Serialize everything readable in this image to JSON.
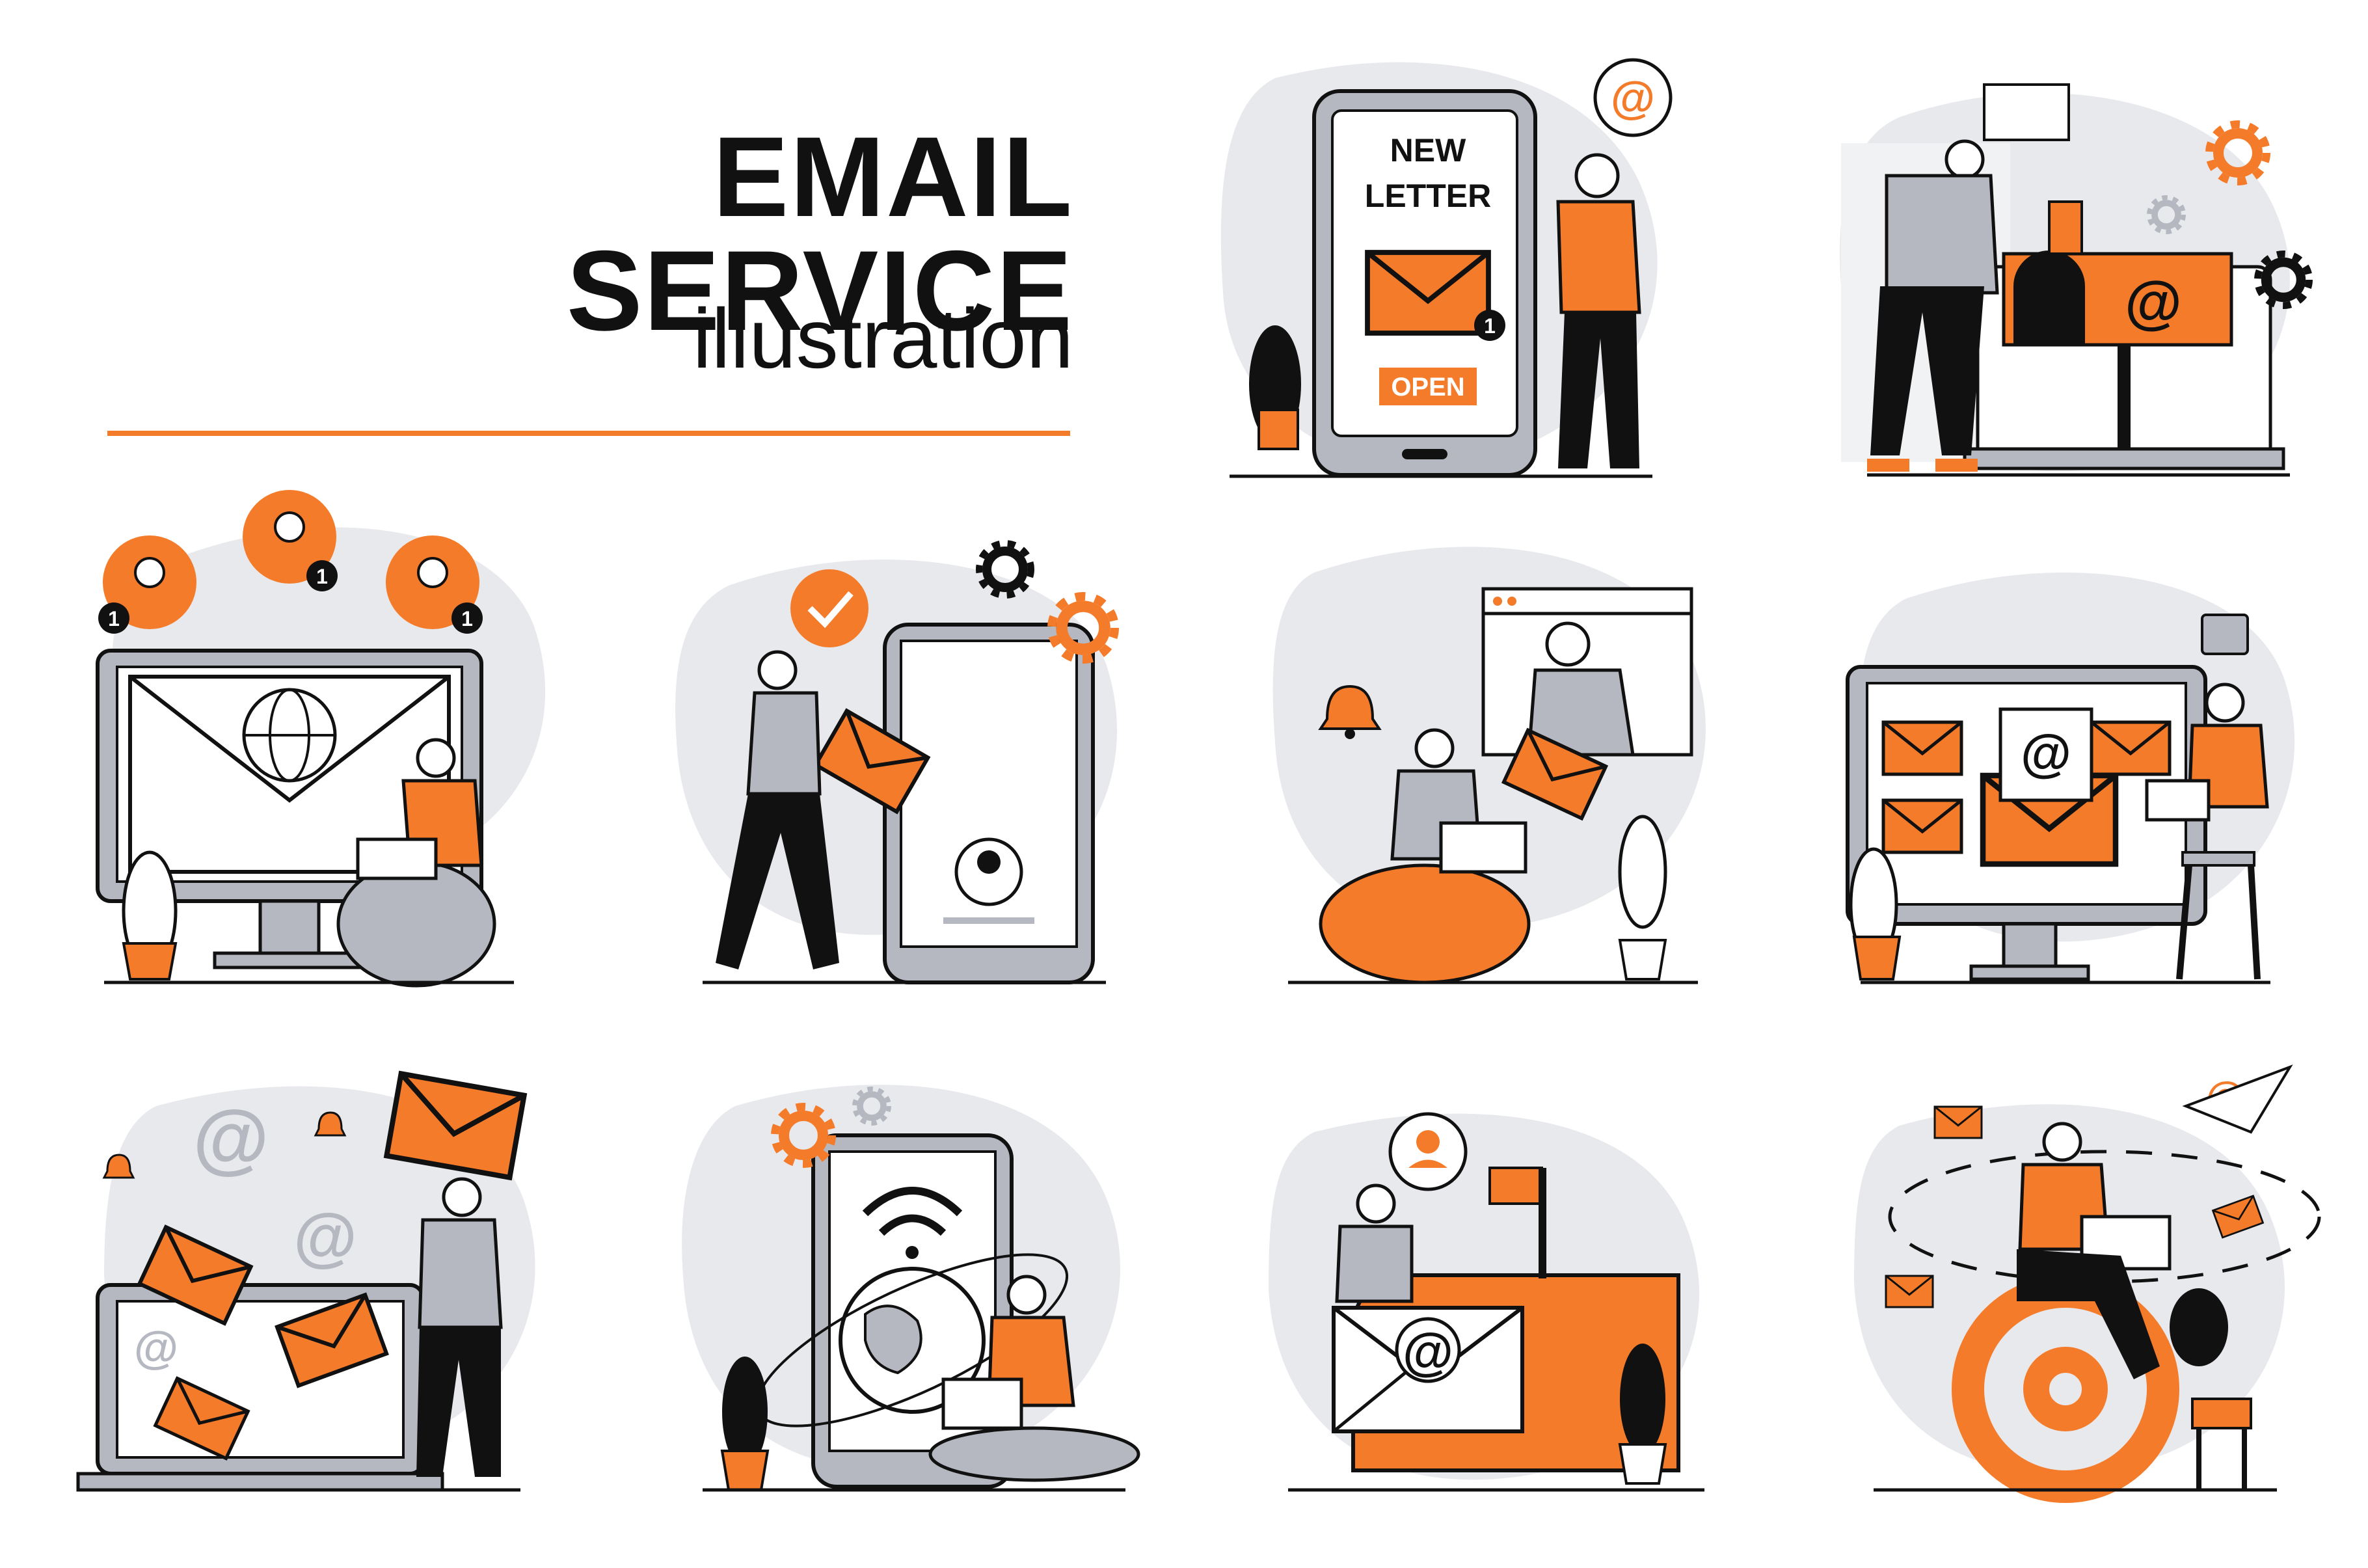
{
  "header": {
    "title": "EMAIL SERVICE",
    "subtitle": "illustration"
  },
  "colors": {
    "accent": "#f47b2a",
    "gray": "#b5b8c0",
    "light_gray": "#e8e9ec",
    "ink": "#111111"
  },
  "scenes": {
    "phone": {
      "line1": "NEW",
      "line2": "LETTER",
      "button": "OPEN",
      "badge": "1"
    },
    "mailbox": {
      "symbol": "@"
    },
    "notifications": {
      "badge1": "1",
      "badge2": "1",
      "badge3": "1"
    },
    "inbox": {
      "symbol": "@"
    },
    "sending": {
      "symbol": "@"
    }
  }
}
